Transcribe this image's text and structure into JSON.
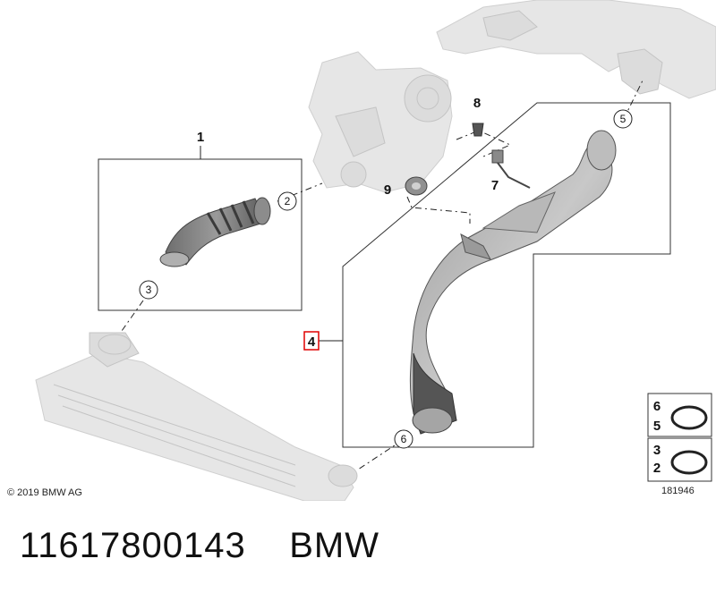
{
  "diagram": {
    "copyright": "© 2019 BMW AG",
    "figure_number": "181946",
    "callouts": {
      "part1": "1",
      "part2": "2",
      "part3": "3",
      "part4": "4",
      "part5": "5",
      "part6": "6",
      "part7": "7",
      "part8": "8",
      "part9": "9"
    },
    "legend": {
      "top_a": "6",
      "top_b": "5",
      "bottom_a": "3",
      "bottom_b": "2"
    },
    "highlight_color": "#e00000"
  },
  "caption": {
    "part_number": "11617800143",
    "brand": "BMW"
  }
}
